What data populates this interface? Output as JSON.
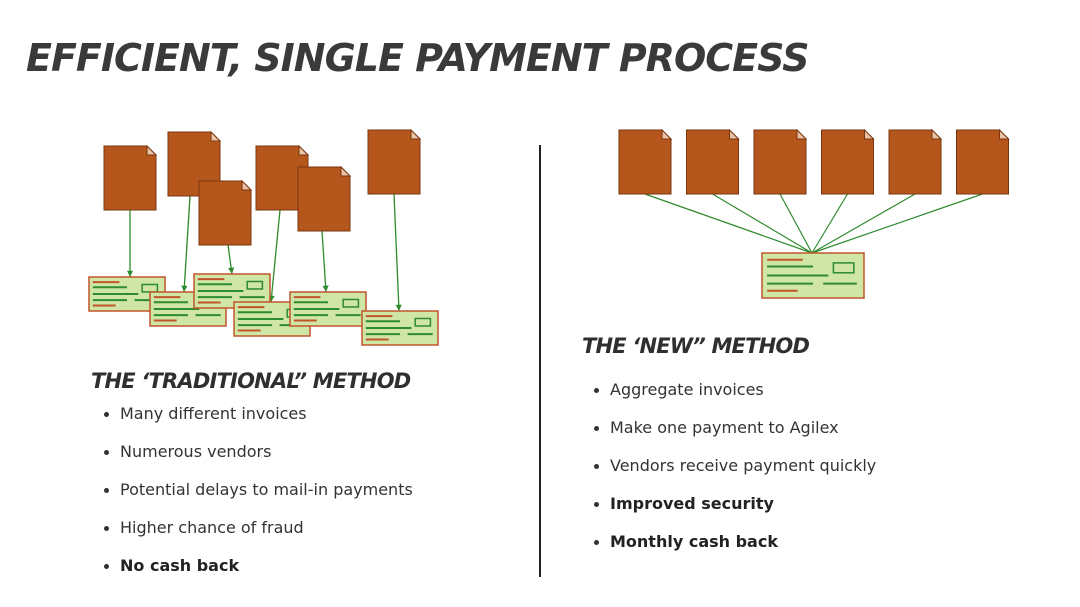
{
  "title": "EFFICIENT, SINGLE PAYMENT PROCESS",
  "colors": {
    "invoice_fill": "#b5571d",
    "invoice_stroke": "#7a3510",
    "check_fill": "#cfe6a6",
    "check_stroke": "#c0552a",
    "line_green": "#2e8b2e",
    "text_red": "#c0552a"
  },
  "traditional": {
    "heading": "THE ‘TRADITIONAL” METHOD",
    "bullets": [
      {
        "text": "Many different invoices",
        "bold": false
      },
      {
        "text": "Numerous vendors",
        "bold": false
      },
      {
        "text": "Potential delays to mail-in payments",
        "bold": false
      },
      {
        "text": "Higher chance of fraud",
        "bold": false
      },
      {
        "text": "No cash back",
        "bold": true
      }
    ]
  },
  "new": {
    "heading": "THE ‘NEW” METHOD",
    "bullets": [
      {
        "text": "Aggregate invoices",
        "bold": false
      },
      {
        "text": "Make one payment to Agilex",
        "bold": false
      },
      {
        "text": "Vendors receive payment quickly",
        "bold": false
      },
      {
        "text": "Improved security",
        "bold": true
      },
      {
        "text": "Monthly cash back",
        "bold": true
      }
    ]
  }
}
